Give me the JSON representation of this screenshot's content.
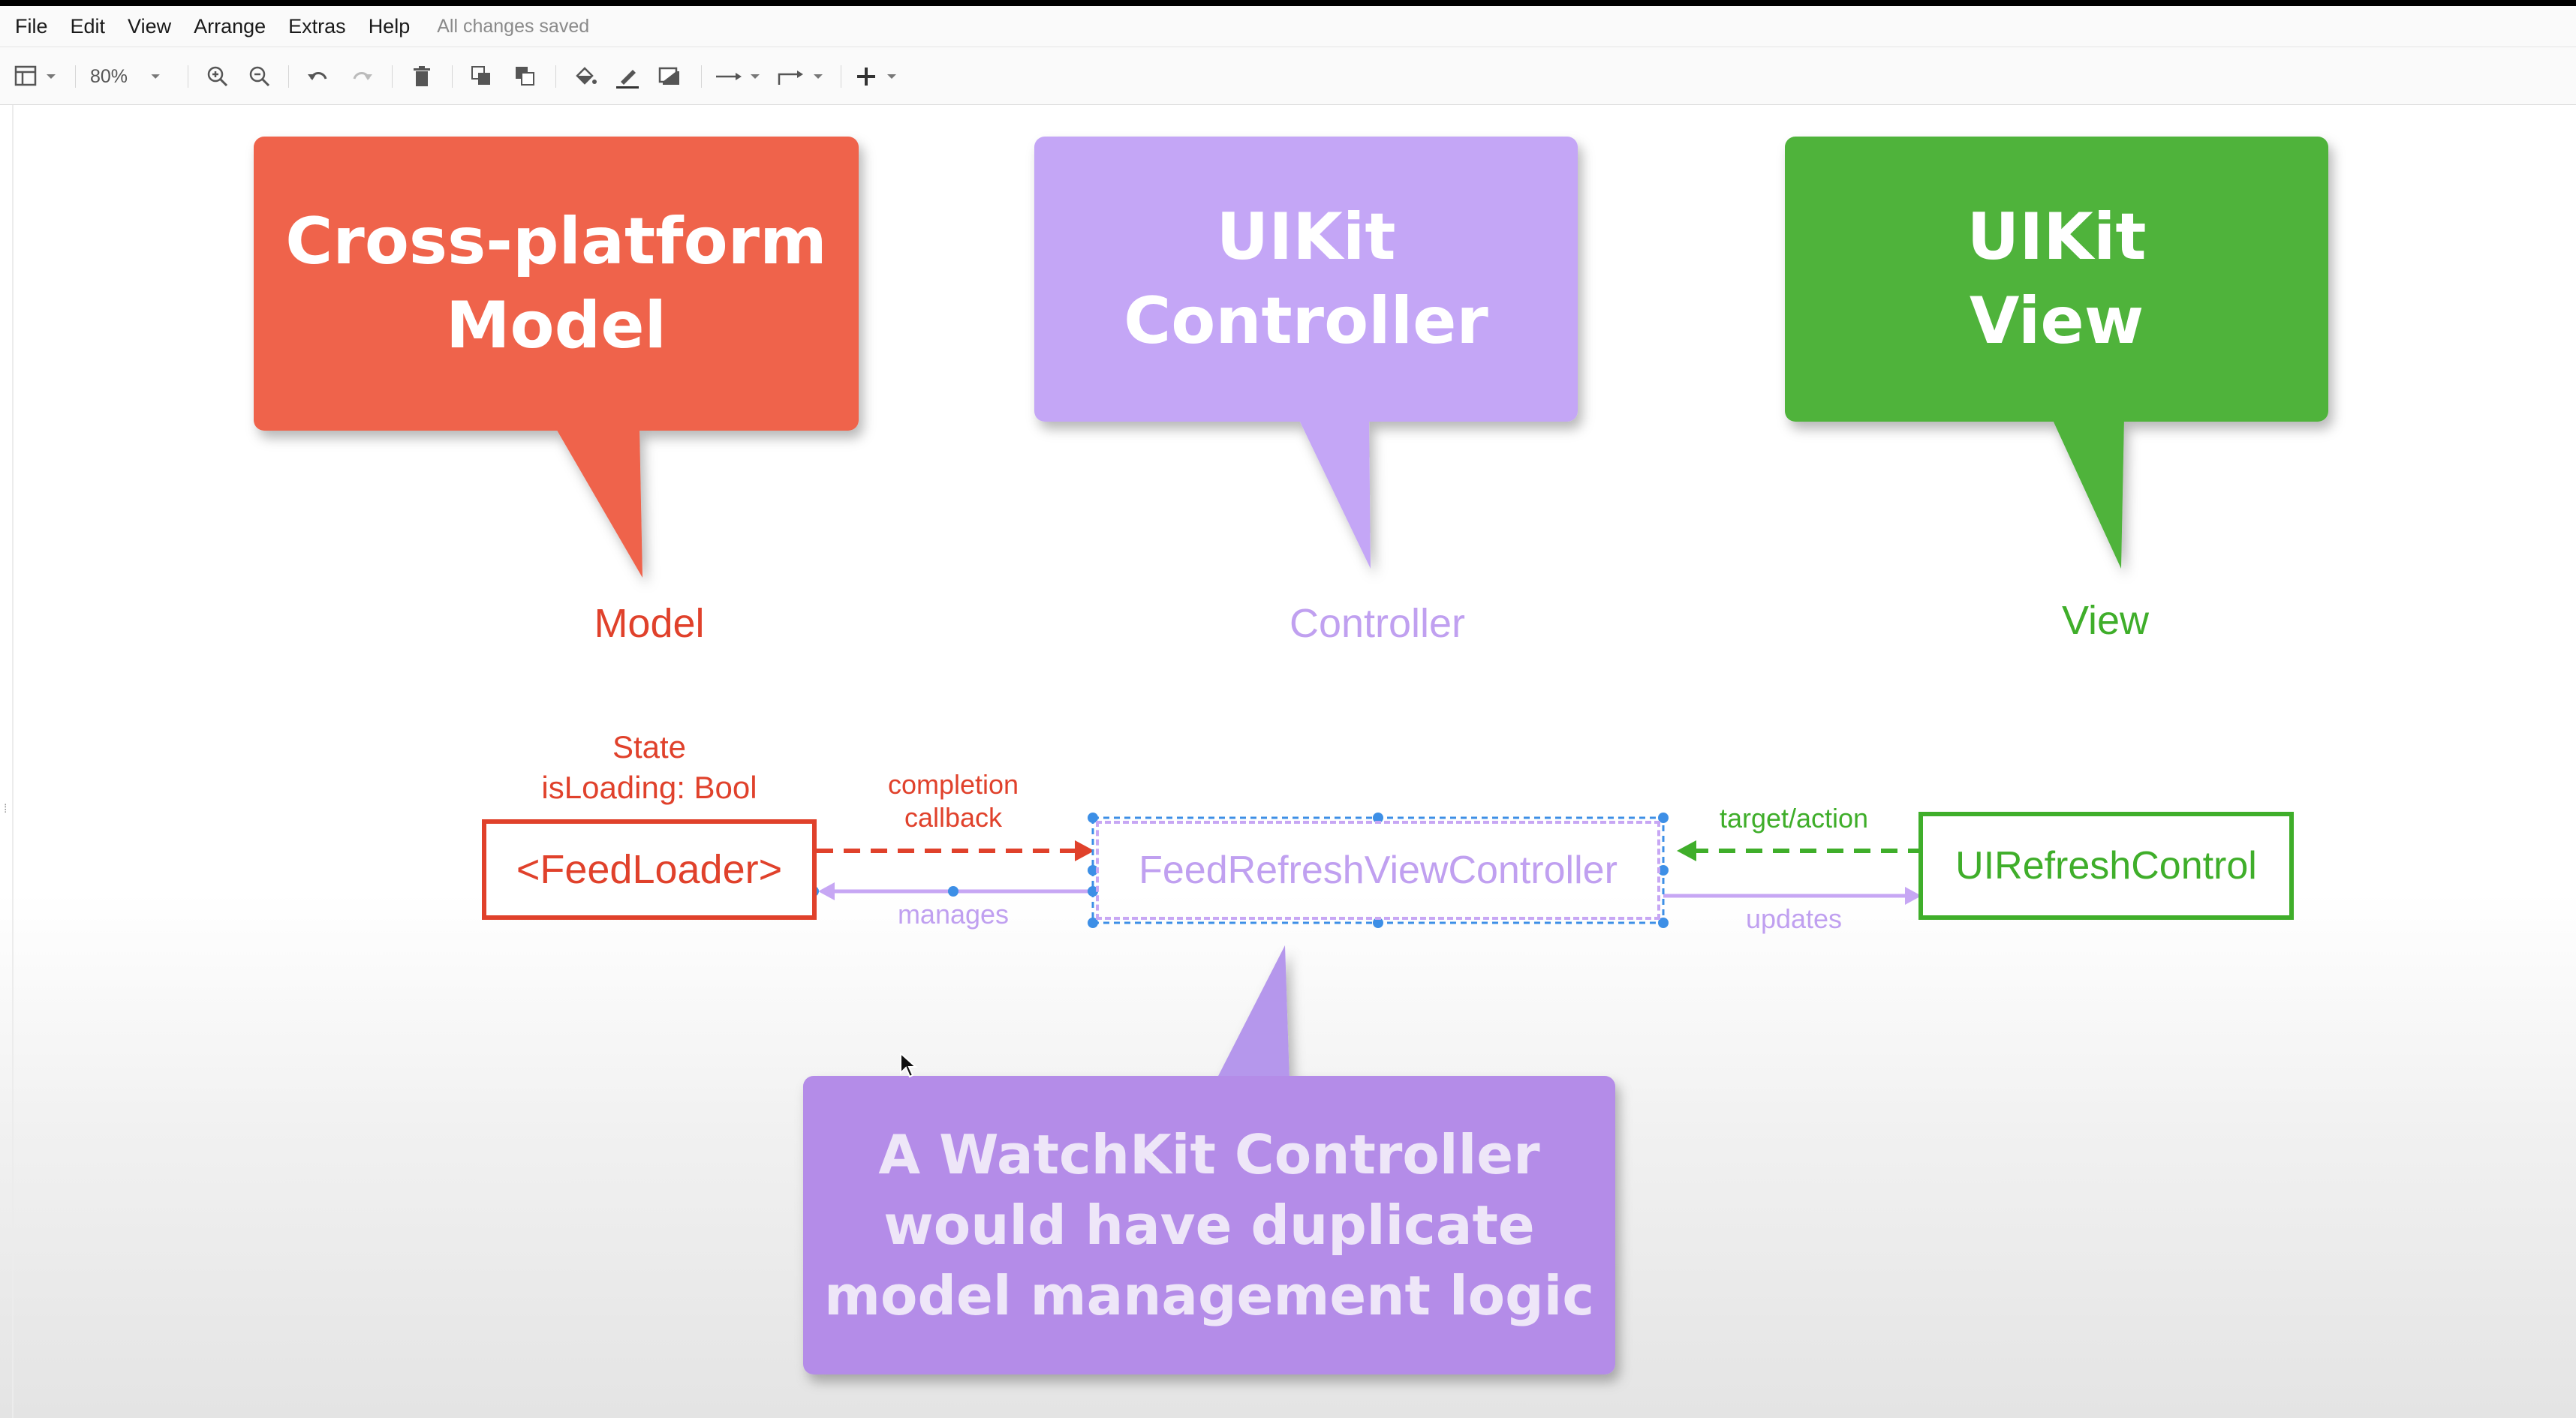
{
  "menubar": {
    "items": [
      "File",
      "Edit",
      "View",
      "Arrange",
      "Extras",
      "Help"
    ],
    "status": "All changes saved"
  },
  "toolbar": {
    "zoom": "80%",
    "icons": [
      "format-panel-icon",
      "zoom-in-icon",
      "zoom-out-icon",
      "undo-icon",
      "redo-icon",
      "delete-icon",
      "to-front-icon",
      "to-back-icon",
      "fill-color-icon",
      "line-color-icon",
      "shadow-icon",
      "connection-icon",
      "waypoints-icon",
      "insert-icon"
    ]
  },
  "callouts": {
    "model": {
      "text": "Cross-platform\nModel",
      "color": "#ef634c"
    },
    "controller": {
      "text": "UIKit\nController",
      "color": "#c4a6f6"
    },
    "view": {
      "text": "UIKit\nView",
      "color": "#4fb33a"
    },
    "watchkit": {
      "text": "A WatchKit Controller\nwould have duplicate\nmodel management logic",
      "color": "#b48ce8"
    }
  },
  "layers": {
    "model": "Model",
    "controller": "Controller",
    "view": "View"
  },
  "diagram": {
    "state_title": "State",
    "state_prop": "isLoading: Bool",
    "nodes": {
      "feed_loader": "<FeedLoader>",
      "view_controller": "FeedRefreshViewController",
      "refresh_control": "UIRefreshControl"
    },
    "edges": {
      "completion": "completion\ncallback",
      "manages": "manages",
      "target_action": "target/action",
      "updates": "updates"
    }
  },
  "colors": {
    "model_red": "#e0412b",
    "controller_purple": "#c0a0f0",
    "view_green": "#3fae2a",
    "selection_blue": "#3d8fe6"
  }
}
